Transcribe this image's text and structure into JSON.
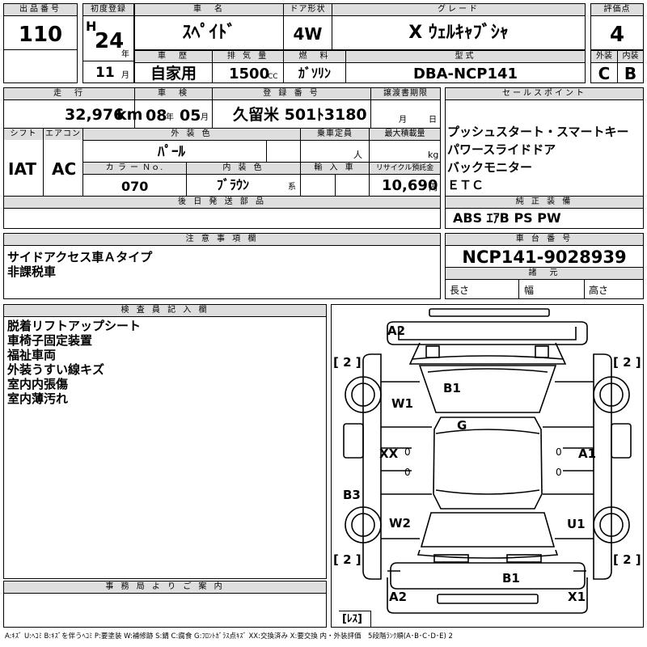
{
  "header": {
    "lot_label": "出品番号",
    "lot_no": "110",
    "first_reg_label": "初度登録",
    "era": "H",
    "year": "24",
    "year_unit": "年",
    "month": "11",
    "month_unit": "月",
    "name_label": "車　名",
    "car_name": "ｽﾍﾟｲﾄﾞ",
    "door_label": "ドア形状",
    "door": "4W",
    "grade_label": "グレード",
    "grade": "X ｳｪﾙｷｬﾌﾞｼｬ",
    "score_label": "評価点",
    "score": "4",
    "history_label": "車　歴",
    "history": "自家用",
    "displacement_label": "排 気 量",
    "displacement": "1500",
    "cc_unit": "CC",
    "fuel_label": "燃　料",
    "fuel": "ｶﾞｿﾘﾝ",
    "model_label": "型式",
    "model": "DBA-NCP141",
    "ext_label": "外装",
    "ext": "C",
    "int_label": "内装",
    "int": "B"
  },
  "row2": {
    "mileage_label": "走　行",
    "mileage": "32,976",
    "km_unit": "km",
    "inspection_label": "車　検",
    "insp_year": "08",
    "insp_year_unit": "年",
    "insp_month": "05",
    "insp_month_unit": "月",
    "plate_label": "登 録 番 号",
    "plate": "久留米 501ﾄ3180",
    "transfer_label": "譲渡書期限",
    "transfer_month_unit": "月",
    "transfer_day_unit": "日",
    "shift_label": "シフト",
    "shift": "IAT",
    "ac_label": "エアコン",
    "ac": "AC",
    "color_label": "外 装 色",
    "color": "ﾊﾟｰﾙ",
    "capacity_label": "乗車定員",
    "capacity_unit": "人",
    "load_label": "最大積載量",
    "load_unit": "kg",
    "color_no_label": "カ ラ ー Ｎｏ.",
    "color_no": "070",
    "interior_color_label": "内 装 色",
    "interior_color": "ﾌﾞﾗｳﾝ",
    "interior_color_unit": "系",
    "import_label": "輸 入 車",
    "recycle_label": "リサイクル預託金",
    "recycle": "10,690",
    "yen_unit": "円",
    "later_label": "後 日 発 送 部 品"
  },
  "sales": {
    "label": "セールスポイント",
    "items": [
      "プッシュスタート・スマートキー",
      "パワースライドドア",
      "バックモニター",
      "ＥＴＣ"
    ]
  },
  "equipment": {
    "label": "純 正 装 備",
    "value": "ABS ｴｱB PS PW"
  },
  "notes": {
    "label": "注 意 事 項 欄",
    "lines": [
      "サイドアクセス車Ａタイプ",
      "非課税車"
    ]
  },
  "chassis": {
    "label": "車 台 番 号",
    "value": "NCP141-9028939",
    "spec_label": "諸　元",
    "length_label": "長さ",
    "width_label": "幅",
    "height_label": "高さ"
  },
  "inspector": {
    "label": "検 査 員 記 入 欄",
    "lines": [
      "脱着リフトアップシート",
      "車椅子固定装置",
      "福祉車両",
      "外装うすい線キズ",
      "室内内張傷",
      "室内薄汚れ"
    ]
  },
  "diagram": {
    "marks": {
      "a2_top": "A2",
      "b1_top": "B1",
      "g": "G",
      "w1": "W1",
      "xx": "XX",
      "a1": "A1",
      "b3": "B3",
      "w2": "W2",
      "u1": "U1",
      "b1_bottom": "B1",
      "a2_bottom": "A2",
      "x1": "X1"
    },
    "tires": {
      "fl": "[ 2 ]",
      "fr": "[ 2 ]",
      "rl": "[ 2 ]",
      "rr": "[ 2 ]"
    },
    "side_zero_left": "0",
    "side_zero_right": "0",
    "side_zero_left2": "0",
    "side_zero_right2": "0",
    "spare": "[ﾚｽ]"
  },
  "office": {
    "label": "事 務 局 よ り ご 案 内"
  },
  "legend": "A:ｷｽﾞ U:ﾍｺﾐ B:ｷｽﾞを伴うﾍｺﾐ P:要塗装 W:補修跡 S:錆 C:腐食 G:ﾌﾛﾝﾄｶﾞﾗｽ点ｷｽﾞ XX:交換済み X:要交換  内・外装評価　5段階ﾗﾝｸ順(A･B･C･D･E) 2"
}
